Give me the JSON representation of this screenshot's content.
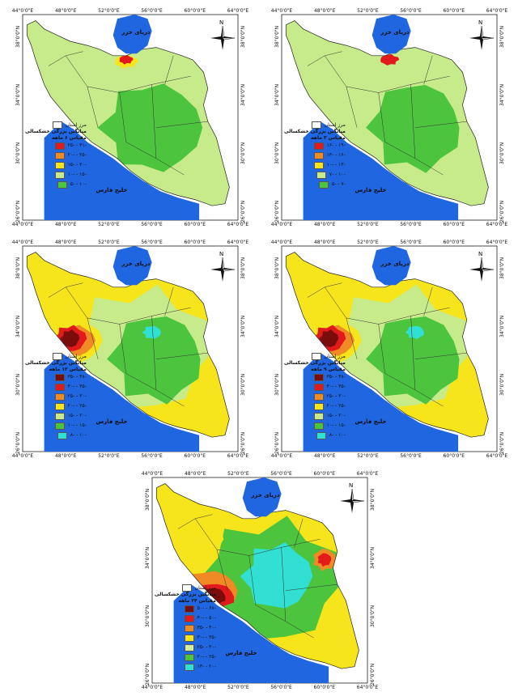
{
  "common": {
    "caspian_label": "دریای خزر",
    "gulf_label": "خلیج فارس",
    "boundary_label": "مرز استان",
    "index_title": "میانگین بزرگی خشکسالی",
    "north_label": "N",
    "lon_ticks": [
      "44°0'0\"E",
      "48°0'0\"E",
      "52°0'0\"E",
      "56°0'0\"E",
      "60°0'0\"E",
      "64°0'0\"E"
    ],
    "lat_ticks": [
      "38°0'0\"N",
      "34°0'0\"N",
      "30°0'0\"N",
      "26°0'0\"N"
    ]
  },
  "maps": [
    {
      "id": "map-6month",
      "scale_label": "مقیاس ۶ ماهه",
      "classes": [
        {
          "label": "-۳۱ - -۲۵",
          "color": "#e31a1c"
        },
        {
          "label": "-۲۵ - -۲۰",
          "color": "#f08a24"
        },
        {
          "label": "-۲۰ - -۱۵",
          "color": "#f6e51b"
        },
        {
          "label": "-۱۵ - -۱۰",
          "color": "#c7ea8a"
        },
        {
          "label": "-۱۰ - -۵",
          "color": "#4cc43d"
        }
      ]
    },
    {
      "id": "map-3month",
      "scale_label": "مقیاس ۳ ماهه",
      "classes": [
        {
          "label": "-۱۹ - -۱۶",
          "color": "#e31a1c"
        },
        {
          "label": "-۱۶ - -۱۳",
          "color": "#f08a24"
        },
        {
          "label": "-۱۳ - -۱۰",
          "color": "#f6e51b"
        },
        {
          "label": "-۱۰ - -۷",
          "color": "#c7ea8a"
        },
        {
          "label": "-۷ - -۵",
          "color": "#4cc43d"
        }
      ]
    },
    {
      "id": "map-12month",
      "scale_label": "مقیاس ۱۲ ماهه",
      "classes": [
        {
          "label": "-۴۸ - -۳۵",
          "color": "#7a0c0c"
        },
        {
          "label": "-۳۵ - -۳۰",
          "color": "#e31a1c"
        },
        {
          "label": "-۳۰ - -۲۵",
          "color": "#f08a24"
        },
        {
          "label": "-۲۵ - -۲۰",
          "color": "#f6e51b"
        },
        {
          "label": "-۲۰ - -۱۵",
          "color": "#c7ea8a"
        },
        {
          "label": "-۱۵ - -۱۰",
          "color": "#4cc43d"
        },
        {
          "label": "-۱۰ - -۸",
          "color": "#31e0d2"
        }
      ]
    },
    {
      "id": "map-9month",
      "scale_label": "مقیاس ۹ ماهه",
      "classes": [
        {
          "label": "-۴۸ - -۳۵",
          "color": "#7a0c0c"
        },
        {
          "label": "-۳۵ - -۳۰",
          "color": "#e31a1c"
        },
        {
          "label": "-۳۰ - -۲۵",
          "color": "#f08a24"
        },
        {
          "label": "-۲۵ - -۲۰",
          "color": "#f6e51b"
        },
        {
          "label": "-۲۰ - -۱۵",
          "color": "#c7ea8a"
        },
        {
          "label": "-۱۵ - -۱۰",
          "color": "#4cc43d"
        },
        {
          "label": "-۱۰ - -۸",
          "color": "#31e0d2"
        }
      ]
    },
    {
      "id": "map-24month",
      "scale_label": "مقیاس ۲۴ ماهه",
      "classes": [
        {
          "label": "-۶۸ - -۵۰",
          "color": "#7a0c0c"
        },
        {
          "label": "-۵۰ - -۴۰",
          "color": "#e31a1c"
        },
        {
          "label": "-۴۰ - -۳۵",
          "color": "#f08a24"
        },
        {
          "label": "-۳۵ - -۳۰",
          "color": "#f6e51b"
        },
        {
          "label": "-۳۰ - -۲۵",
          "color": "#d6ee9a"
        },
        {
          "label": "-۲۵ - -۲۰",
          "color": "#4cc43d"
        },
        {
          "label": "-۲۰ - -۱۳",
          "color": "#31e0d2"
        }
      ]
    }
  ]
}
